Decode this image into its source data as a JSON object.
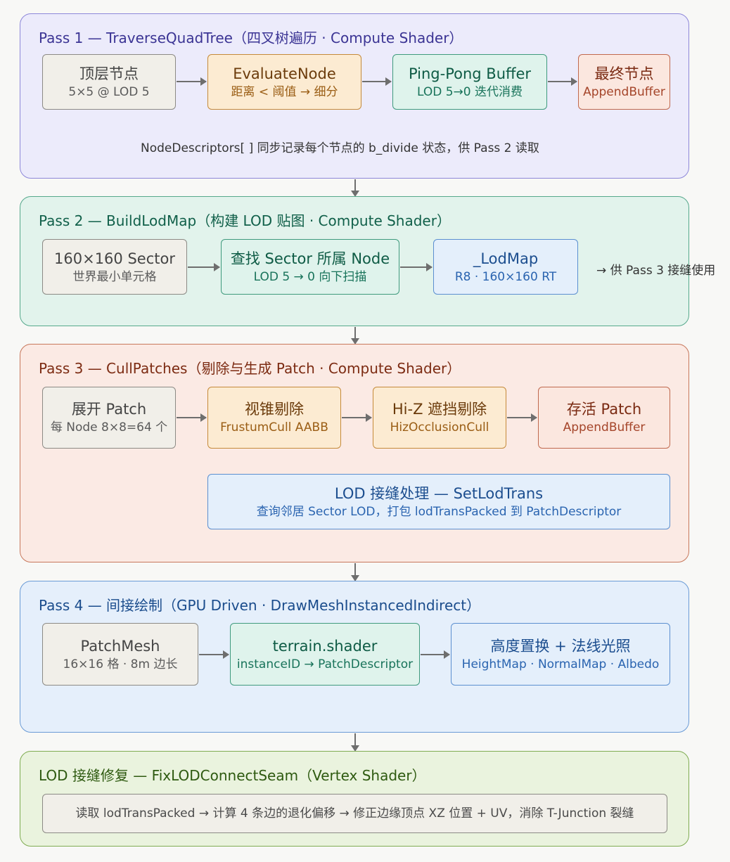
{
  "pass1": {
    "title": "Pass 1 — TraverseQuadTree（四叉树遍历 · Compute Shader）",
    "boxes": [
      {
        "t1": "顶层节点",
        "t2": "5×5 @ LOD 5"
      },
      {
        "t1": "EvaluateNode",
        "t2": "距离 < 阈值 → 细分"
      },
      {
        "t1": "Ping-Pong Buffer",
        "t2": "LOD 5→0 迭代消费"
      },
      {
        "t1": "最终节点",
        "t2": "AppendBuffer"
      }
    ],
    "note": "NodeDescriptors[ ] 同步记录每个节点的 b_divide 状态，供 Pass 2 读取"
  },
  "pass2": {
    "title": "Pass 2 — BuildLodMap（构建 LOD 贴图 · Compute Shader）",
    "boxes": [
      {
        "t1": "160×160 Sector",
        "t2": "世界最小单元格"
      },
      {
        "t1": "查找 Sector 所属 Node",
        "t2": "LOD 5 → 0 向下扫描"
      },
      {
        "t1": "_LodMap",
        "t2": "R8 · 160×160 RT"
      }
    ],
    "note": "→ 供 Pass 3 接缝使用"
  },
  "pass3": {
    "title": "Pass 3 — CullPatches（剔除与生成 Patch · Compute Shader）",
    "boxes": [
      {
        "t1": "展开 Patch",
        "t2": "每 Node 8×8=64 个"
      },
      {
        "t1": "视锥剔除",
        "t2": "FrustumCull AABB"
      },
      {
        "t1": "Hi-Z 遮挡剔除",
        "t2": "HizOcclusionCull"
      },
      {
        "t1": "存活 Patch",
        "t2": "AppendBuffer"
      }
    ],
    "lod": {
      "t1": "LOD 接缝处理 — SetLodTrans",
      "t2": "查询邻居 Sector LOD，打包 lodTransPacked 到 PatchDescriptor"
    }
  },
  "pass4": {
    "title": "Pass 4 — 间接绘制（GPU Driven · DrawMeshInstancedIndirect）",
    "boxes": [
      {
        "t1": "PatchMesh",
        "t2": "16×16 格 · 8m 边长"
      },
      {
        "t1": "terrain.shader",
        "t2": "instanceID → PatchDescriptor"
      },
      {
        "t1": "高度置换 + 法线光照",
        "t2": "HeightMap · NormalMap · Albedo"
      }
    ]
  },
  "pass5": {
    "title": "LOD 接缝修复 — FixLODConnectSeam（Vertex Shader）",
    "text": "读取 lodTransPacked → 计算 4 条边的退化偏移 → 修正边缘顶点 XZ 位置 + UV，消除 T-Junction 裂缝"
  },
  "colors": {
    "pass1_bg": "#ecebfb",
    "pass1_border": "#8d87d9",
    "pass1_title": "#3b3494",
    "pass2_bg": "#e2f3ec",
    "pass2_border": "#56a98c",
    "pass2_title": "#11604a",
    "pass3_bg": "#fbeae4",
    "pass3_border": "#c7775b",
    "pass3_title": "#7c2b12",
    "pass4_bg": "#e5effb",
    "pass4_border": "#6a9bd6",
    "pass4_title": "#1a4c8c",
    "pass5_bg": "#eaf3de",
    "pass5_border": "#7fac52",
    "pass5_title": "#2e5a10"
  }
}
